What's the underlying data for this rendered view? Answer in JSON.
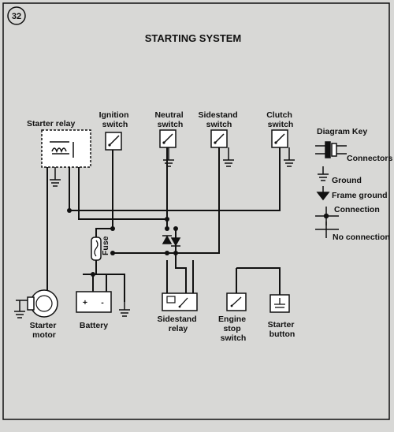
{
  "figure_number": "32",
  "title": "STARTING SYSTEM",
  "components": {
    "starter_relay": [
      "Starter relay"
    ],
    "ignition_switch": [
      "Ignition",
      "switch"
    ],
    "neutral_switch": [
      "Neutral",
      "switch"
    ],
    "sidestand_switch": [
      "Sidestand",
      "switch"
    ],
    "clutch_switch": [
      "Clutch",
      "switch"
    ],
    "fuse": [
      "Fuse"
    ],
    "starter_motor": [
      "Starter",
      "motor"
    ],
    "battery": [
      "Battery"
    ],
    "sidestand_relay": [
      "Sidestand",
      "relay"
    ],
    "engine_stop_switch": [
      "Engine",
      "stop",
      "switch"
    ],
    "starter_button": [
      "Starter",
      "button"
    ]
  },
  "battery_terminals": [
    "+",
    "-"
  ],
  "key": {
    "title": "Diagram Key",
    "connectors": "Connectors",
    "ground": "Ground",
    "frame_ground": "Frame ground",
    "connection": "Connection",
    "no_connection": "No connection"
  },
  "colors": {
    "background": "#d8d8d6",
    "line": "#111111",
    "component_fill": "#ffffff"
  }
}
